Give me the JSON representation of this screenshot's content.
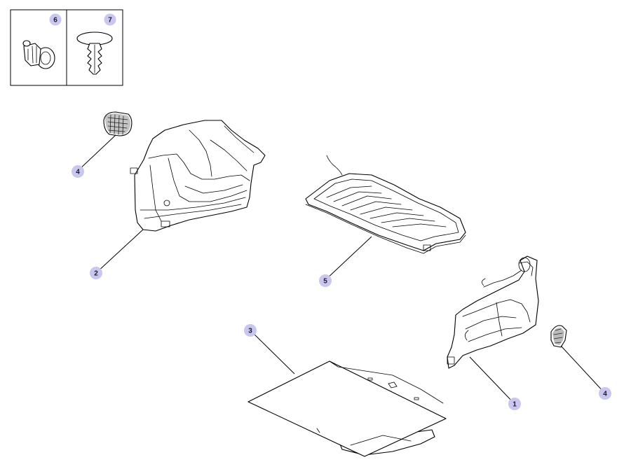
{
  "colors": {
    "callout_fill": "#c9c6ef",
    "line": "#000000",
    "background": "#ffffff"
  },
  "inset": {
    "cells": [
      {
        "label": "6",
        "part": "push-pin-fastener"
      },
      {
        "label": "7",
        "part": "christmas-tree-clip"
      }
    ]
  },
  "callouts": [
    {
      "id": "c4a",
      "label": "4",
      "part": "access-cover-left"
    },
    {
      "id": "c2",
      "label": "2",
      "part": "left-trunk-side-trim-panel"
    },
    {
      "id": "c5",
      "label": "5",
      "part": "rear-shelf-panel"
    },
    {
      "id": "c3",
      "label": "3",
      "part": "trunk-floor-mat"
    },
    {
      "id": "c1",
      "label": "1",
      "part": "right-trunk-side-trim-panel"
    },
    {
      "id": "c4b",
      "label": "4",
      "part": "access-cover-right"
    }
  ]
}
